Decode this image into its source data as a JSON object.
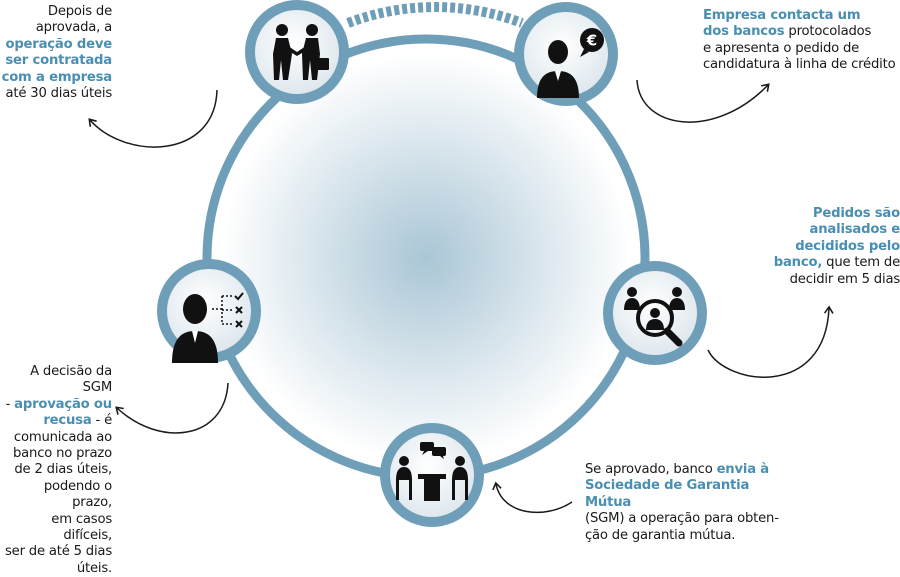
{
  "colors": {
    "ring": "#6f9fb8",
    "ring_dark": "#4a7d98",
    "node_fill": "#dfe8ee",
    "highlight": "#4a8fb2",
    "icon": "#111111",
    "arrow": "#1a1a1a",
    "center_glow": "#aac6d6"
  },
  "steps": [
    {
      "id": "step-1",
      "icon": "businessman-euro-icon",
      "parts": [
        {
          "text": "Empresa contacta um",
          "hl": true,
          "br": true
        },
        {
          "text": "dos bancos",
          "hl": true
        },
        {
          "text": " protocolados",
          "hl": false,
          "br": true
        },
        {
          "text": "e apresenta o pedido de",
          "hl": false,
          "br": true
        },
        {
          "text": "candidatura à linha de crédito",
          "hl": false
        }
      ]
    },
    {
      "id": "step-2",
      "icon": "magnifier-analysis-icon",
      "parts": [
        {
          "text": "Pedidos são",
          "hl": true,
          "br": true
        },
        {
          "text": "analisados e",
          "hl": true,
          "br": true
        },
        {
          "text": "decididos pelo",
          "hl": true,
          "br": true
        },
        {
          "text": "banco,",
          "hl": true
        },
        {
          "text": " que tem de",
          "hl": false,
          "br": true
        },
        {
          "text": "decidir em 5 dias",
          "hl": false
        }
      ]
    },
    {
      "id": "step-3",
      "icon": "meeting-table-icon",
      "parts": [
        {
          "text": "Se aprovado, banco ",
          "hl": false
        },
        {
          "text": "envia à",
          "hl": true,
          "br": true
        },
        {
          "text": "Sociedade de Garantia Mútua",
          "hl": true,
          "br": true
        },
        {
          "text": "(SGM) a operação para obten-",
          "hl": false,
          "br": true
        },
        {
          "text": "ção de garantia mútua.",
          "hl": false
        }
      ]
    },
    {
      "id": "step-4",
      "icon": "decision-checklist-icon",
      "parts": [
        {
          "text": "A decisão da SGM",
          "hl": false,
          "br": true
        },
        {
          "text": "- ",
          "hl": false
        },
        {
          "text": "aprovação ou",
          "hl": true,
          "br": true
        },
        {
          "text": "recusa",
          "hl": true
        },
        {
          "text": " - é",
          "hl": false,
          "br": true
        },
        {
          "text": "comunicada ao",
          "hl": false,
          "br": true
        },
        {
          "text": "banco no prazo",
          "hl": false,
          "br": true
        },
        {
          "text": "de 2 dias úteis,",
          "hl": false,
          "br": true
        },
        {
          "text": "podendo o prazo,",
          "hl": false,
          "br": true
        },
        {
          "text": "em casos difíceis,",
          "hl": false,
          "br": true
        },
        {
          "text": "ser de até 5 dias",
          "hl": false,
          "br": true
        },
        {
          "text": "úteis.",
          "hl": false
        }
      ]
    },
    {
      "id": "step-5",
      "icon": "handshake-icon",
      "parts": [
        {
          "text": "Depois de",
          "hl": false,
          "br": true
        },
        {
          "text": "aprovada, a",
          "hl": false,
          "br": true
        },
        {
          "text": "operação deve",
          "hl": true,
          "br": true
        },
        {
          "text": "ser contratada",
          "hl": true,
          "br": true
        },
        {
          "text": "com a empresa",
          "hl": true,
          "br": true
        },
        {
          "text": "até 30 dias úteis",
          "hl": false
        }
      ]
    }
  ]
}
